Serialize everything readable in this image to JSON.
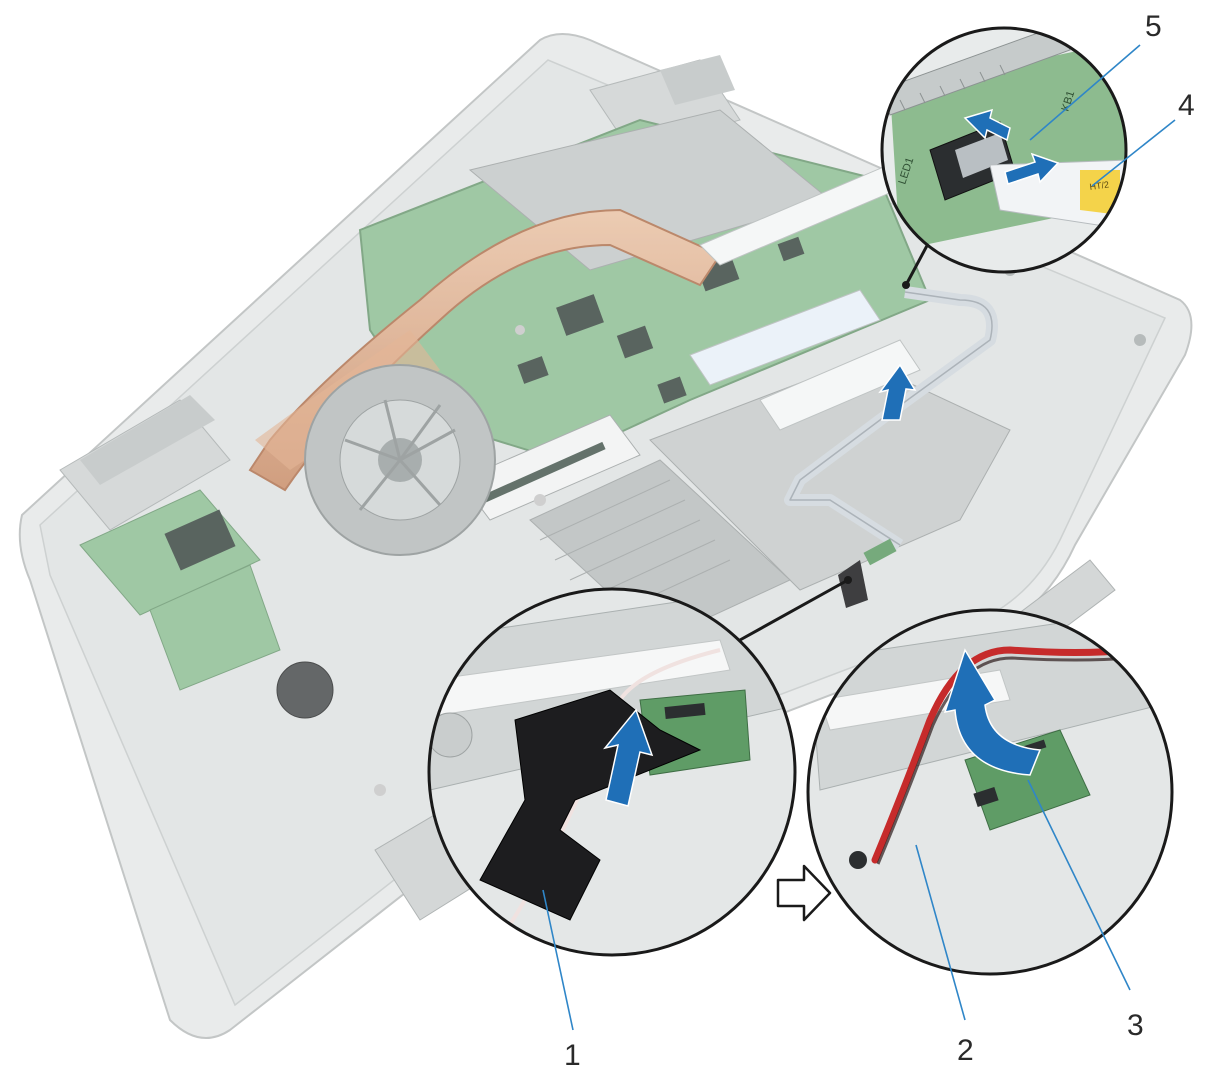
{
  "figure": {
    "callouts": [
      {
        "id": "1",
        "label": "1"
      },
      {
        "id": "2",
        "label": "2"
      },
      {
        "id": "3",
        "label": "3"
      },
      {
        "id": "4",
        "label": "4"
      },
      {
        "id": "5",
        "label": "5"
      }
    ],
    "board_markings": {
      "connector_left": "LED1",
      "connector_right": "KB1",
      "flex_tag": "HT/2"
    },
    "colors": {
      "arrow": "#1f6fb7",
      "callout_line": "#2f86c8",
      "board_green": "#6aa36f",
      "chassis": "#d9dcdc",
      "foam": "#1d1d1f",
      "wire_red": "#c62b2b"
    },
    "icons": [
      "transition-arrow-icon",
      "lift-arrow-icon",
      "peel-arrow-icon",
      "slide-arrow-icon"
    ]
  }
}
